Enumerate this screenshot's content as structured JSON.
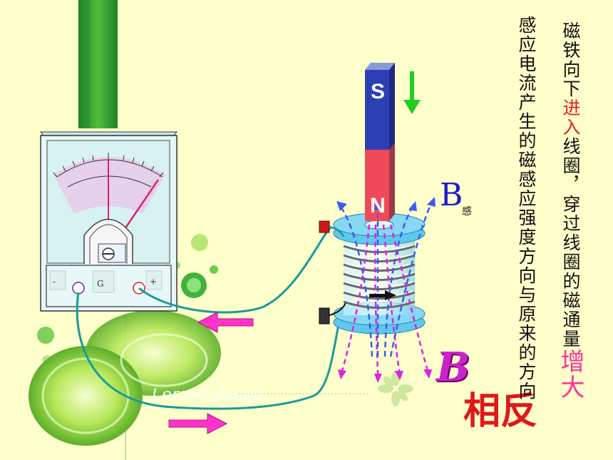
{
  "text": {
    "col1_a": "磁铁向下",
    "col1_b": "进入",
    "col1_c": "线圈，穿过线圈的磁通量",
    "col1_d": "增大",
    "col2": "感应电流产生的磁感应强度方向与原来的方向",
    "b_induced": "B",
    "b_induced_sub": "感",
    "b_original": "B",
    "b_original_char": "相反",
    "magnet_s": "S",
    "magnet_n": "N",
    "galvanometer_letter": "G",
    "terminal_minus": "-",
    "terminal_plus": "+",
    "lemon_logo": "Lemon design"
  },
  "colors": {
    "background": "#ffffcc",
    "magnet_south": "#2d3fb4",
    "magnet_north": "#f04a5a",
    "emphasis_red": "#e02020",
    "emphasis_pink": "#ff3399",
    "induced_field": "#3a5cf0",
    "original_field": "#e020e0",
    "coil": "#5fc8ee",
    "wire": "#1a9a9a",
    "current_arrow": "#ff33cc",
    "down_arrow": "#22cc22"
  },
  "icons": [
    "down-arrow-icon",
    "current-arrow-icon",
    "coil-inner-arrow-icon"
  ]
}
